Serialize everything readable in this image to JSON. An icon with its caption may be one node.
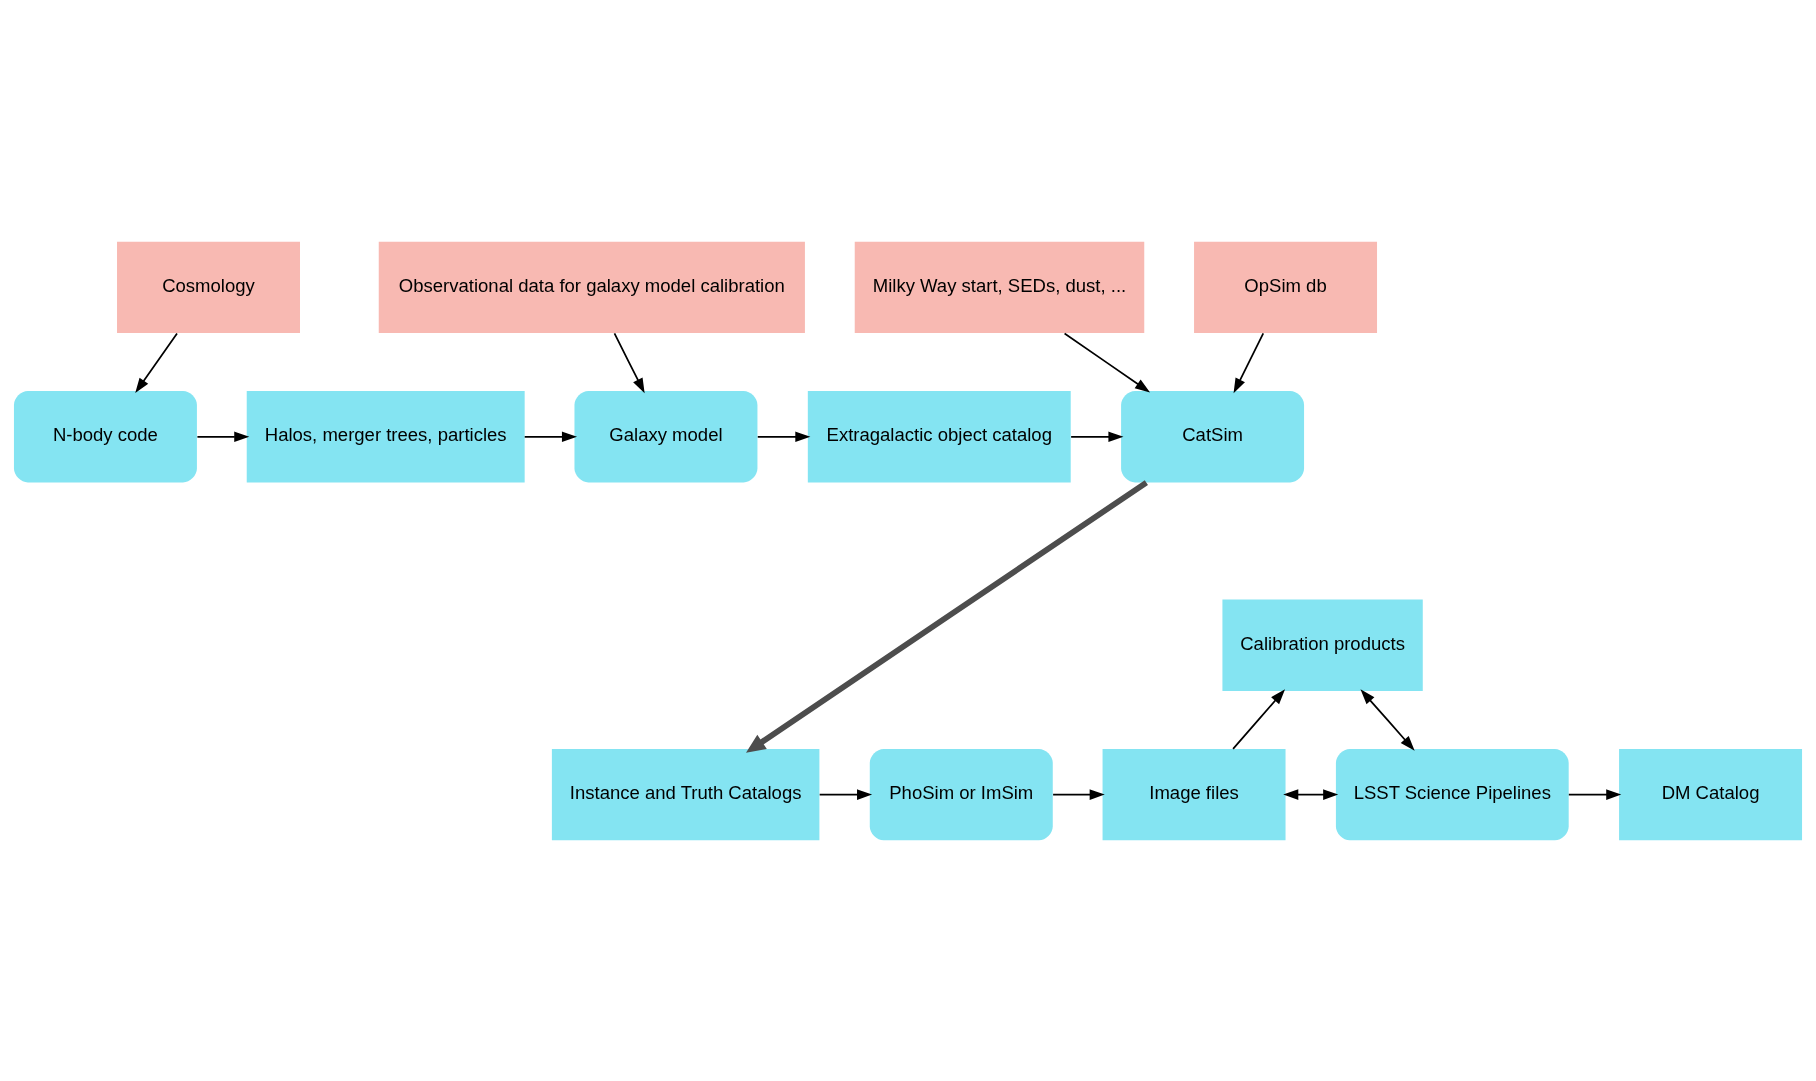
{
  "diagram": {
    "nodes": [
      {
        "text": [
          "Cosmology"
        ]
      },
      {
        "text": [
          "Observational data for galaxy model calibration"
        ]
      },
      {
        "text": [
          "Milky Way start, SEDs, dust, ..."
        ]
      },
      {
        "text": [
          "OpSim db"
        ]
      },
      {
        "text": [
          "N-body code"
        ]
      },
      {
        "text": [
          "Halos, merger trees, particles"
        ]
      },
      {
        "text": [
          "Galaxy model"
        ]
      },
      {
        "text": [
          "Extragalactic object catalog"
        ]
      },
      {
        "text": [
          "CatSim"
        ]
      },
      {
        "text": [
          "Calibration products"
        ]
      },
      {
        "text": [
          "Instance and Truth Catalogs"
        ]
      },
      {
        "text": [
          "PhoSim or ImSim"
        ]
      },
      {
        "text": [
          "Image files"
        ]
      },
      {
        "text": [
          "LSST Science Pipelines"
        ]
      },
      {
        "text": [
          "DM Catalog"
        ]
      }
    ],
    "edges": [
      {
        "from": 0,
        "to": 4,
        "arrow": "to"
      },
      {
        "from": 4,
        "to": 5,
        "arrow": "to"
      },
      {
        "from": 5,
        "to": 6,
        "arrow": "to"
      },
      {
        "from": 1,
        "to": 6,
        "arrow": "to"
      },
      {
        "from": 6,
        "to": 7,
        "arrow": "to"
      },
      {
        "from": 7,
        "to": 8,
        "arrow": "to"
      },
      {
        "from": 2,
        "to": 8,
        "arrow": "to"
      },
      {
        "from": 3,
        "to": 8,
        "arrow": "to"
      },
      {
        "from": 8,
        "to": 10,
        "arrow": "to",
        "style": "thick",
        "color": "#4d4d4d"
      },
      {
        "from": 10,
        "to": 11,
        "arrow": "to"
      },
      {
        "from": 11,
        "to": 12,
        "arrow": "to"
      },
      {
        "from": 12,
        "to": 9,
        "arrow": "to"
      },
      {
        "from": 12,
        "to": 13,
        "arrow": "both"
      },
      {
        "from": 9,
        "to": 13,
        "arrow": "both"
      },
      {
        "from": 13,
        "to": 14,
        "arrow": "to"
      }
    ]
  }
}
